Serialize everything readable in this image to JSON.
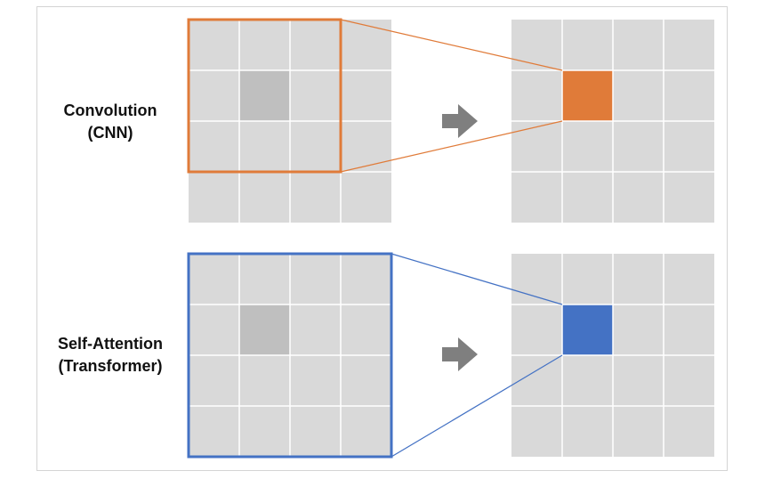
{
  "colors": {
    "cell": "#d9d9d9",
    "grid_line": "#ffffff",
    "focus_cell": "#bfbfbf",
    "cnn_accent": "#e07b39",
    "transformer_accent": "#4472c4",
    "arrow": "#7f7f7f"
  },
  "rows": [
    {
      "id": "cnn",
      "label_lines": [
        "Convolution",
        "(CNN)"
      ],
      "grid_size": 4,
      "focus_cell": [
        1,
        1
      ],
      "receptive_field": {
        "rows": 3,
        "cols": 3,
        "accent": "cnn_accent"
      },
      "output_cell": [
        1,
        1
      ]
    },
    {
      "id": "transformer",
      "label_lines": [
        "Self-Attention",
        "(Transformer)"
      ],
      "grid_size": 4,
      "focus_cell": [
        1,
        1
      ],
      "receptive_field": {
        "rows": 4,
        "cols": 4,
        "accent": "transformer_accent"
      },
      "output_cell": [
        1,
        1
      ]
    }
  ],
  "arrow_icon": "right-arrow-icon"
}
